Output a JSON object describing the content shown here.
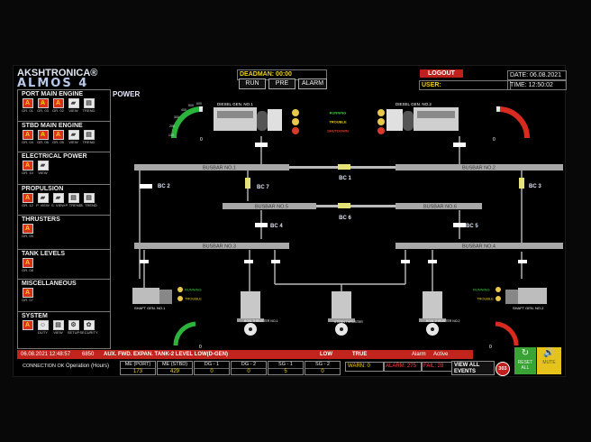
{
  "header": {
    "brand_line1": "AKSHTRONICA",
    "brand_mark": "®",
    "brand_line2": "ALMOS 4",
    "deadman": "DEADMAN: 00:00",
    "buttons": [
      "RUN",
      "PRE",
      "ALARM"
    ],
    "logout": "LOGOUT",
    "user": "USER:",
    "date": "DATE: 06.08.2021",
    "time": "TIME:     12:50:02"
  },
  "page_title": "POWER",
  "sidebar": [
    {
      "title": "PORT MAIN ENGINE",
      "items": [
        {
          "g": "A",
          "c": "GR. 01",
          "t": "red"
        },
        {
          "g": "A",
          "c": "GR. 03",
          "t": "red"
        },
        {
          "g": "A",
          "c": "GR. 02",
          "t": "red"
        },
        {
          "g": "▰",
          "c": "VIEW",
          "t": "wht"
        },
        {
          "g": "▤",
          "c": "TREND",
          "t": "wht"
        }
      ]
    },
    {
      "title": "STBD MAIN ENGINE",
      "items": [
        {
          "g": "A",
          "c": "GR. 04",
          "t": "red"
        },
        {
          "g": "A",
          "c": "GR. 06",
          "t": "red"
        },
        {
          "g": "A",
          "c": "GR. 05",
          "t": "red"
        },
        {
          "g": "▰",
          "c": "VIEW",
          "t": "wht"
        },
        {
          "g": "▤",
          "c": "TREND",
          "t": "wht"
        }
      ]
    },
    {
      "title": "ELECTRICAL POWER",
      "items": [
        {
          "g": "A",
          "c": "GR. 10",
          "t": "red"
        },
        {
          "g": "▰",
          "c": "VIEW",
          "t": "wht"
        }
      ]
    },
    {
      "title": "PROPULSION",
      "items": [
        {
          "g": "A",
          "c": "GR. 12",
          "t": "red"
        },
        {
          "g": "▰",
          "c": "P. VIEW",
          "t": "wht"
        },
        {
          "g": "▰",
          "c": "S. VIEW",
          "t": "wht"
        },
        {
          "g": "▤",
          "c": "P. TREND",
          "t": "wht"
        },
        {
          "g": "▤",
          "c": "S. TREND",
          "t": "wht"
        }
      ]
    },
    {
      "title": "THRUSTERS",
      "items": [
        {
          "g": "A",
          "c": "GR. 09",
          "t": "red"
        }
      ]
    },
    {
      "title": "TANK LEVELS",
      "items": [
        {
          "g": "A",
          "c": "GR. 08",
          "t": "red"
        }
      ]
    },
    {
      "title": "MISCELLANEOUS",
      "items": [
        {
          "g": "A",
          "c": "GR. 07",
          "t": "red"
        }
      ]
    },
    {
      "title": "SYSTEM",
      "items": [
        {
          "g": "A",
          "c": "",
          "t": "red"
        },
        {
          "g": "☺",
          "c": "DUTY",
          "t": "wht"
        },
        {
          "g": "▤",
          "c": "VIEW",
          "t": "wht"
        },
        {
          "g": "⚙",
          "c": "SETUP",
          "t": "wht"
        },
        {
          "g": "✿",
          "c": "SECURITY",
          "t": "wht"
        }
      ]
    }
  ],
  "diagram": {
    "gen1_label": "DIESEL GEN. NO.1",
    "gen2_label": "DIESEL GEN. NO.2",
    "status": [
      "RUNNING",
      "TROUBLE",
      "SHUTDOWN"
    ],
    "busbars": [
      "BUSBAR NO.1",
      "BUSBAR NO.2",
      "BUSBAR NO.5",
      "BUSBAR NO.6",
      "BUSBAR NO.3",
      "BUSBAR NO.4"
    ],
    "bc": [
      "BC 1",
      "BC 2",
      "BC 3",
      "BC 4",
      "BC 5",
      "BC 6",
      "BC 7"
    ],
    "shaft1": "SHAFT GEN. NO.1",
    "shaft2": "SHAFT GEN. NO.2",
    "running": "RUNNING",
    "trouble": "TROUBLE",
    "bow1": "BOW THRUSTER NO.1",
    "stern": "STERN THRUSTER",
    "bow2": "BOW THRUSTER NO.2",
    "gauge_ticks": [
      "0",
      "100",
      "200",
      "300",
      "400",
      "500",
      "600"
    ],
    "gauge_value": "0"
  },
  "alarm": {
    "datetime": "06.08.2021 12:48:57",
    "code": "6850",
    "message": "AUX. FWD. EXPAN. TANK-2 LEVEL LOW(D-GEN)",
    "level": "LOW",
    "state": "TRUE",
    "type": "Alarm",
    "status": "Active"
  },
  "status": {
    "connection": "CONNECTION OK",
    "operation": "Operation (Hours)"
  },
  "counters": [
    {
      "name": "ME (PORT)",
      "value": "173"
    },
    {
      "name": "ME (STBD)",
      "value": "429"
    },
    {
      "name": "DG - 1",
      "value": "0"
    },
    {
      "name": "DG - 2",
      "value": "0"
    },
    {
      "name": "SG - 1",
      "value": "5"
    },
    {
      "name": "SG - 2",
      "value": "0"
    }
  ],
  "warn": "WARN: 0",
  "alarm_count": "ALARM: 275",
  "fail": "FAIL: 28",
  "events": "VIEW ALL EVENTS",
  "event_count": "303",
  "reset": "RESET ALL",
  "mute": "MUTE"
}
